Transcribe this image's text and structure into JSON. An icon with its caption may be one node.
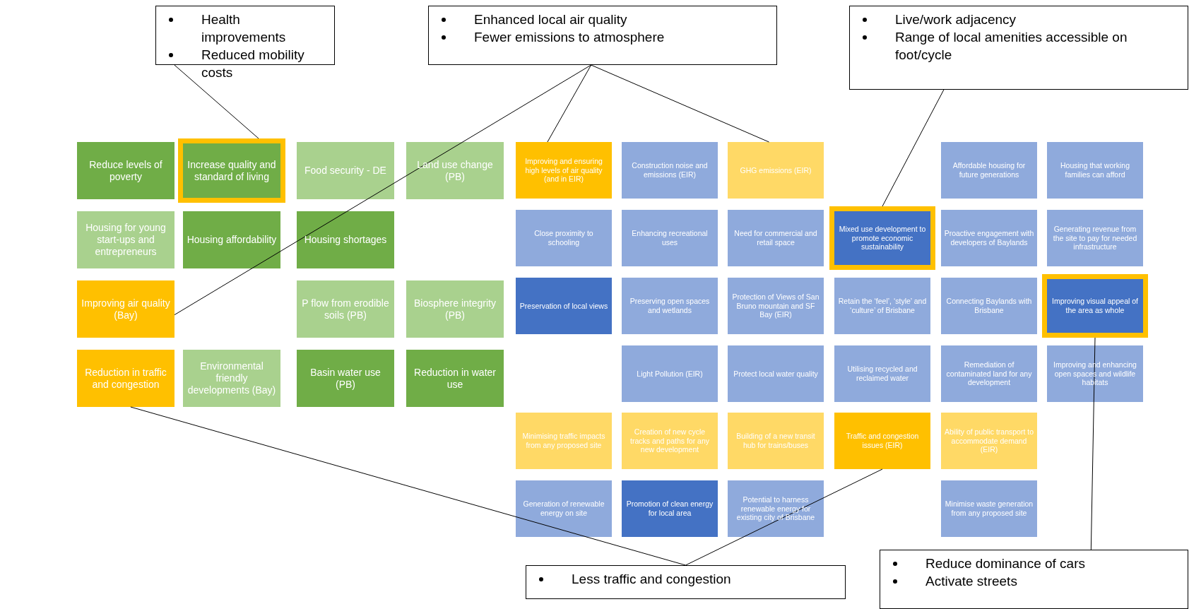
{
  "diagram": {
    "nodes": [
      {
        "text": [
          "Health improvements",
          "Reduced mobility costs"
        ]
      },
      {
        "text": [
          "Enhanced local air quality",
          "Fewer emissions to atmosphere"
        ]
      },
      {
        "text": [
          "Live/work adjacency",
          "Range of local amenities accessible on foot/cycle"
        ]
      },
      {
        "text": [
          "Reduce levels of poverty"
        ]
      },
      {
        "text": [
          "Increase quality and standard of living"
        ]
      },
      {
        "text": [
          "Food security - DE"
        ]
      },
      {
        "text": [
          "Land use change (PB)"
        ]
      },
      {
        "text": [
          "Improving and ensuring high levels of air quality (and in EIR)"
        ]
      },
      {
        "text": [
          "Construction noise and emissions (EIR)"
        ]
      },
      {
        "text": [
          "GHG emissions (EIR)"
        ]
      },
      {
        "text": [
          "Affordable housing for future generations"
        ]
      },
      {
        "text": [
          "Housing that working families can afford"
        ]
      },
      {
        "text": [
          "Housing for young start-ups and entrepreneurs"
        ]
      },
      {
        "text": [
          "Housing affordability"
        ]
      },
      {
        "text": [
          "Housing shortages"
        ]
      },
      {
        "text": [
          "Close proximity to schooling"
        ]
      },
      {
        "text": [
          "Enhancing recreational uses"
        ]
      },
      {
        "text": [
          "Need for commercial and retail space"
        ]
      },
      {
        "text": [
          "Mixed use development to promote economic sustainability"
        ]
      },
      {
        "text": [
          "Proactive engagement with developers of Baylands"
        ]
      },
      {
        "text": [
          "Generating revenue from the site to pay for needed infrastructure"
        ]
      },
      {
        "text": [
          "Improving air quality (Bay)"
        ]
      },
      {
        "text": [
          "P flow from erodible soils (PB)"
        ]
      },
      {
        "text": [
          "Biosphere integrity (PB)"
        ]
      },
      {
        "text": [
          "Preservation of local views"
        ]
      },
      {
        "text": [
          "Preserving open spaces and wetlands"
        ]
      },
      {
        "text": [
          "Protection of Views of San Bruno mountain and SF Bay (EIR)"
        ]
      },
      {
        "text": [
          "Retain the ‘feel’, ‘style’ and ‘culture’ of Brisbane"
        ]
      },
      {
        "text": [
          "Connecting Baylands with Brisbane"
        ]
      },
      {
        "text": [
          "Improving visual appeal of the area as whole"
        ]
      },
      {
        "text": [
          "Reduction in traffic and congestion"
        ]
      },
      {
        "text": [
          "Environmental friendly developments (Bay)"
        ]
      },
      {
        "text": [
          "Basin water use (PB)"
        ]
      },
      {
        "text": [
          "Reduction in water use"
        ]
      },
      {
        "text": [
          "Light Pollution (EIR)"
        ]
      },
      {
        "text": [
          "Protect local water quality"
        ]
      },
      {
        "text": [
          "Utilising recycled and reclaimed water"
        ]
      },
      {
        "text": [
          "Remediation of contaminated land for any development"
        ]
      },
      {
        "text": [
          "Improving and enhancing open spaces and wildlife habitats"
        ]
      },
      {
        "text": [
          "Minimising traffic impacts from any proposed site"
        ]
      },
      {
        "text": [
          "Creation of new cycle tracks and paths for any new development"
        ]
      },
      {
        "text": [
          "Building of a new transit hub for trains/buses"
        ]
      },
      {
        "text": [
          "Traffic and congestion issues (EIR)"
        ]
      },
      {
        "text": [
          "Ability of public transport to accommodate demand (EIR)"
        ]
      },
      {
        "text": [
          "Generation of renewable energy on site"
        ]
      },
      {
        "text": [
          "Promotion of clean energy for local area"
        ]
      },
      {
        "text": [
          "Potential to harness renewable energy for existing city of Brisbane"
        ]
      },
      {
        "text": [
          "Minimise waste generation from any proposed site"
        ]
      },
      {
        "text": [
          "Less traffic and congestion"
        ]
      },
      {
        "text": [
          "Reduce dominance of cars",
          "Activate streets"
        ]
      }
    ],
    "edges": [
      {
        "from": 0,
        "to": 4,
        "arrow": "none"
      },
      {
        "from": 1,
        "to": 7,
        "arrow": "none"
      },
      {
        "from": 1,
        "to": 9,
        "arrow": "none"
      },
      {
        "from": 1,
        "to": 21,
        "arrow": "none"
      },
      {
        "from": 2,
        "to": 18,
        "arrow": "none"
      },
      {
        "from": 48,
        "to": 30,
        "arrow": "none"
      },
      {
        "from": 48,
        "to": 42,
        "arrow": "none"
      },
      {
        "from": 49,
        "to": 29,
        "arrow": "none"
      }
    ]
  }
}
